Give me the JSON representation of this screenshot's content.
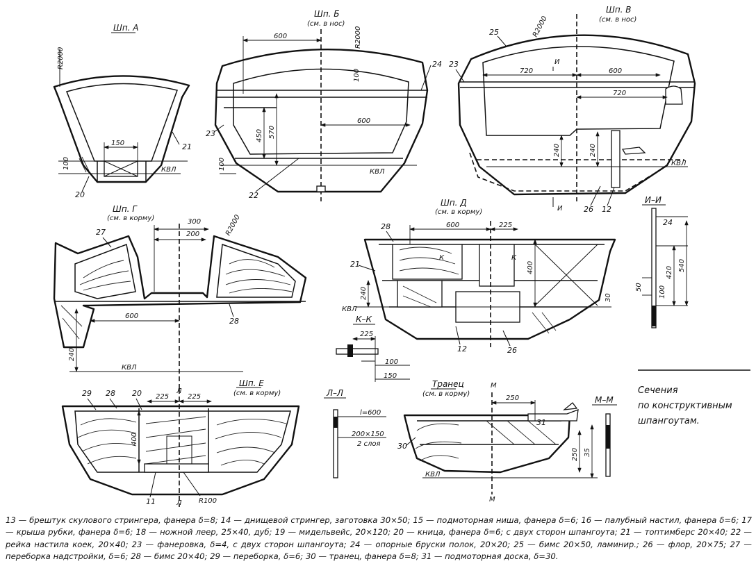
{
  "labels": {
    "shpA": "Шп. А",
    "shpB": "Шп. Б",
    "shpB_sub": "(см. в нос)",
    "shpV": "Шп. В",
    "shpV_sub": "(см. в нос)",
    "shpG": "Шп. Г",
    "shpG_sub": "(см. в корму)",
    "shpD": "Шп. Д",
    "shpD_sub": "(см. в корму)",
    "shpE": "Шп. Е",
    "shpE_sub": "(см. в корму)",
    "tranets": "Транец",
    "tranets_sub": "(см. в корму)",
    "sec_ii": "И–И",
    "sec_kk": "К–К",
    "sec_ll": "Л–Л",
    "sec_mm": "М–М",
    "kvl": "КВЛ",
    "r2000": "R2000",
    "r100": "R100",
    "i": "И",
    "k": "К",
    "l": "Л",
    "m": "М",
    "l600": "l=600",
    "sz200x150": "200×150",
    "layers2": "2 слоя"
  },
  "dims": {
    "d150": "150",
    "d100": "100",
    "d600": "600",
    "d450": "450",
    "d570": "570",
    "d720": "720",
    "d240": "240",
    "d300": "300",
    "d200": "200",
    "d225": "225",
    "d400": "400",
    "d30": "30",
    "d50": "50",
    "d420": "420",
    "d540": "540",
    "d250": "250",
    "d35": "35"
  },
  "parts": {
    "p11": "11",
    "p12": "12",
    "p20": "20",
    "p21": "21",
    "p22": "22",
    "p23": "23",
    "p24": "24",
    "p25": "25",
    "p26": "26",
    "p27": "27",
    "p28": "28",
    "p29": "29",
    "p30": "30",
    "p31": "31"
  },
  "note": {
    "line1": "Сечения",
    "line2": "по конструктивным",
    "line3": "шпангоутам."
  },
  "caption": "13 — брештук скулового стрингера, фанера δ=8; 14 — днищевой стрингер, заготовка 30×50; 15 — подмоторная ниша, фанера δ=6; 16 — палубный настил, фанера δ=6; 17 — крыша рубки, фанера δ=6; 18 — ножной леер, 25×40, дуб; 19 — мидельвейс, 20×120; 20 — кница, фанера δ=6; с двух сторон шпангоута; 21 — топтимберс 20×40; 22 — рейка настила коек, 20×40; 23 — фанеровка, δ=4, с двух сторон шпангоута; 24 — опорные бруски полок, 20×20; 25 — бимс 20×50, ламинир.; 26 — флор, 20×75; 27 — переборка надстройки, δ=6; 28 — бимс 20×40; 29 — переборка, δ=6; 30 — транец, фанера δ=8; 31 — подмоторная доска, δ=30."
}
